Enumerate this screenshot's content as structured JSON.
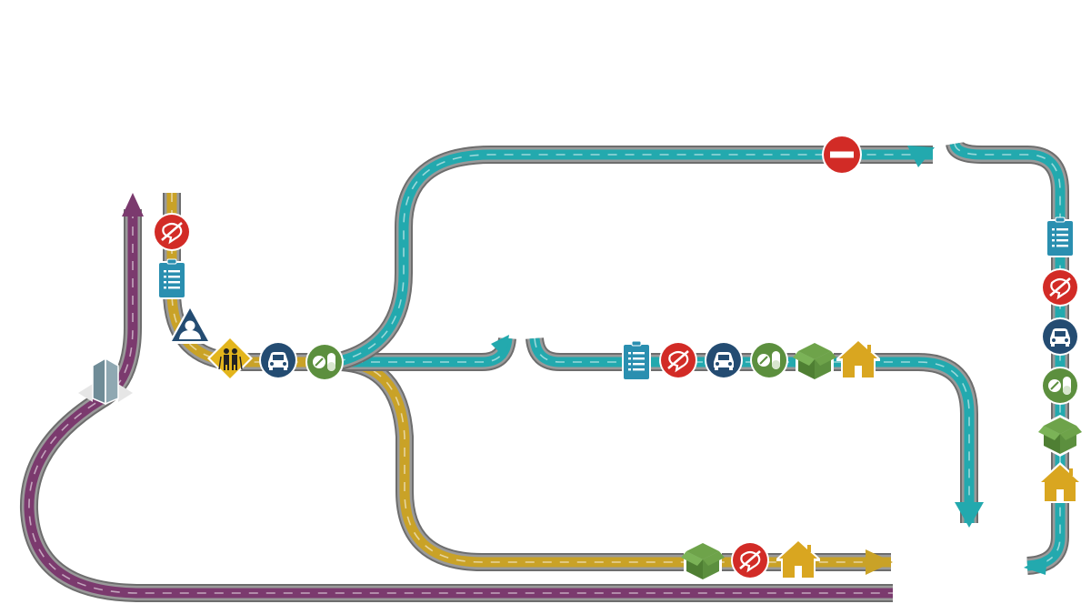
{
  "colors": {
    "road": "#6d6d6d",
    "road_edge": "#9a9a9a",
    "purple_route": "#7b3a6e",
    "yellow_route": "#c9a227",
    "teal_route": "#23a9ae",
    "icon_red": "#d22b26",
    "icon_blue": "#244c72",
    "icon_green": "#5c8f3e",
    "icon_gold": "#d9a620",
    "icon_teal": "#2a8fb0",
    "icon_yellow_sign": "#e3b51c"
  },
  "routes": [
    {
      "name": "purple",
      "color_key": "purple_route"
    },
    {
      "name": "yellow",
      "color_key": "yellow_route"
    },
    {
      "name": "teal",
      "color_key": "teal_route"
    }
  ],
  "icons": {
    "no_talking": "no-talking-icon",
    "clipboard": "clipboard-checklist-icon",
    "person_warning": "person-warning-sign-icon",
    "elderly_crossing": "elderly-crossing-sign-icon",
    "car": "car-icon",
    "pills": "pills-icon",
    "box": "open-box-icon",
    "house": "house-icon",
    "do_not_enter": "do-not-enter-icon",
    "signpost": "direction-signpost-icon"
  }
}
